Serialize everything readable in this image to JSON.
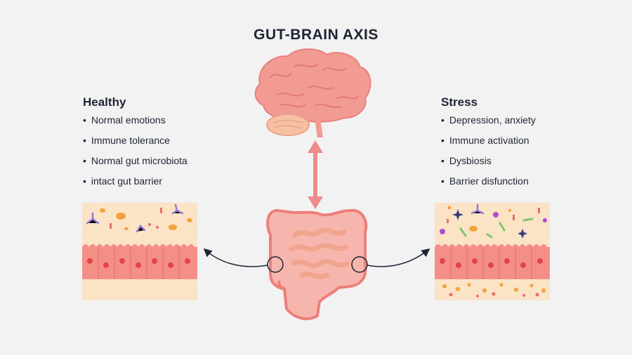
{
  "title": "GUT-BRAIN AXIS",
  "healthy": {
    "heading": "Healthy",
    "items": [
      "Normal emotions",
      "Immune tolerance",
      "Normal gut microbiota",
      "intact gut barrier"
    ]
  },
  "stress": {
    "heading": "Stress",
    "items": [
      "Depression, anxiety",
      "Immune activation",
      "Dysbiosis",
      "Barrier disfunction"
    ]
  },
  "colors": {
    "background": "#f2f2f3",
    "brain": "#f29b93",
    "intestine": "#ec7f7a",
    "arrow": "#f08a8a",
    "tissue_bg": "#fbe3c6",
    "cell": "#f48f88",
    "nucleus": "#e1444b"
  }
}
